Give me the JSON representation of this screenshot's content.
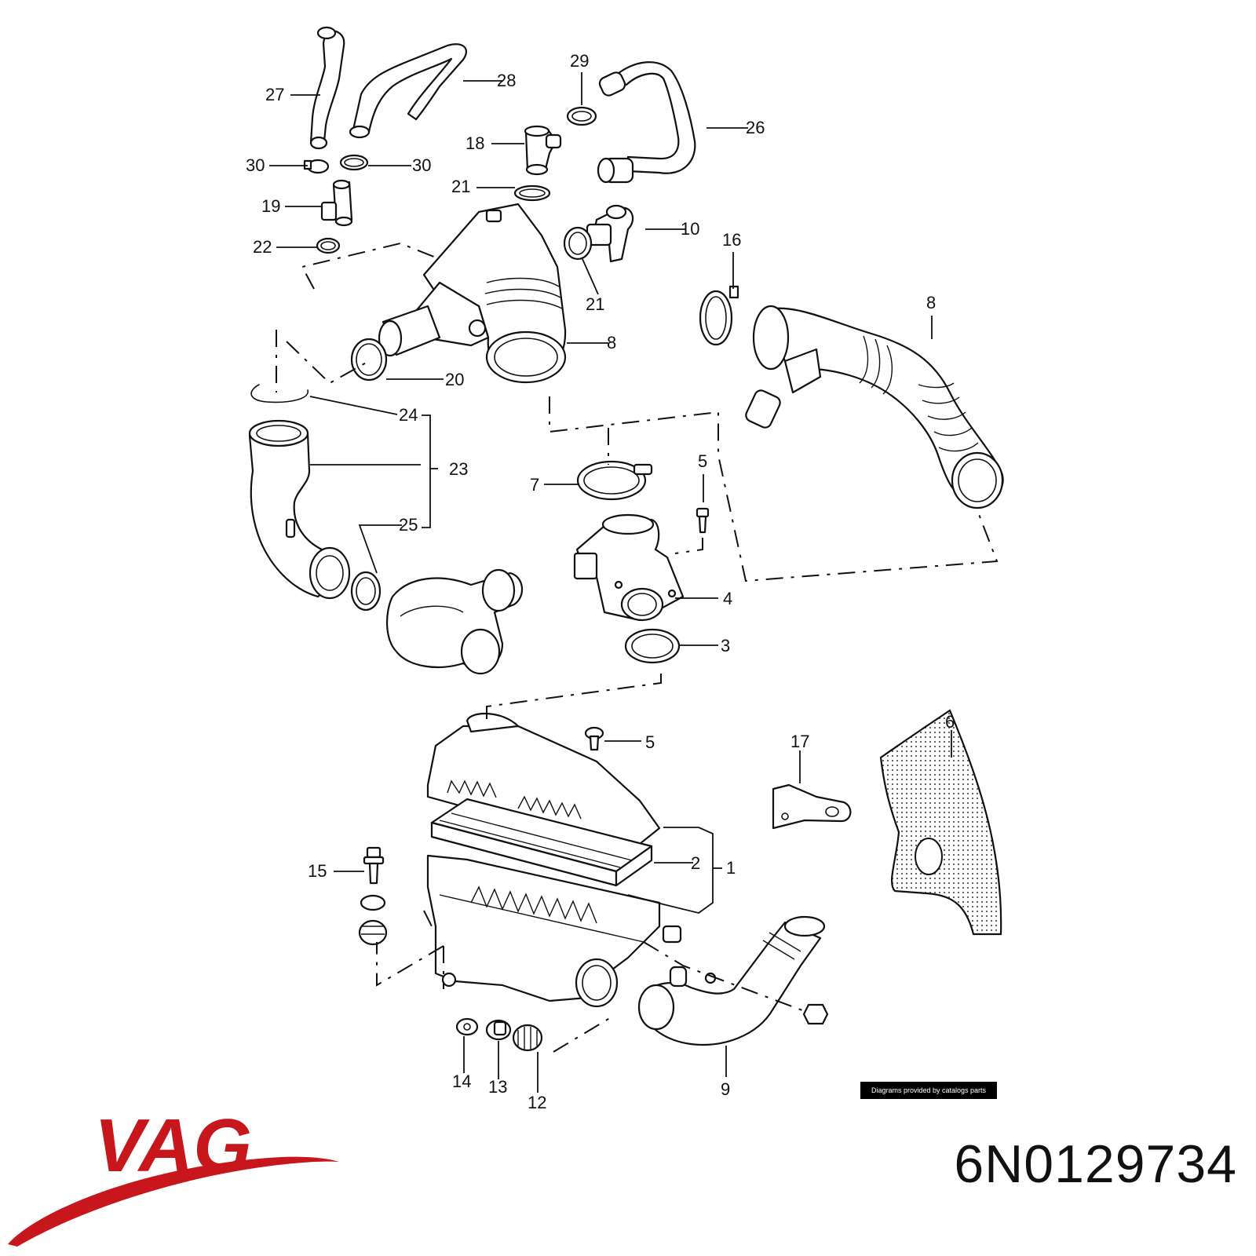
{
  "diagram": {
    "callouts": [
      "27",
      "28",
      "29",
      "26",
      "30",
      "30",
      "18",
      "21",
      "19",
      "10",
      "22",
      "16",
      "21",
      "8",
      "8",
      "20",
      "24",
      "23",
      "7",
      "5",
      "25",
      "4",
      "3",
      "6",
      "17",
      "5",
      "15",
      "2",
      "1",
      "9",
      "14",
      "13",
      "12"
    ]
  },
  "credit": {
    "text": "Diagrams provided by catalogs parts"
  },
  "part_number": {
    "text": "6N0129734"
  },
  "brand": {
    "logo_text": "VAG",
    "logo_color": "#c8161d",
    "swoosh_color": "#c8161d"
  }
}
